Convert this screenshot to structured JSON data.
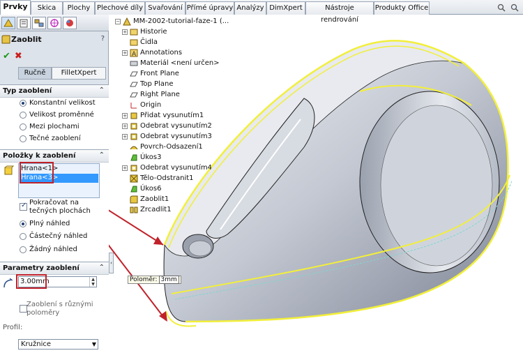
{
  "tabs": [
    "Prvky",
    "Skica",
    "Plochy",
    "Plechové díly",
    "Svařování",
    "Přímé úpravy",
    "Analýzy",
    "DimXpert",
    "Nástroje rendrování",
    "Produkty Office"
  ],
  "panel": {
    "title": "Zaoblit",
    "mode_buttons": [
      "Ručně",
      "FilletXpert"
    ],
    "fillet_type": {
      "title": "Typ zaoblení",
      "options": [
        "Konstantní velikost",
        "Velikost proměnné",
        "Mezi plochami",
        "Tečné zaoblení"
      ]
    },
    "items": {
      "title": "Položky k zaoblení",
      "list": [
        "Hrana<1>",
        "Hrana<3>"
      ],
      "tangent_checkbox": "Pokračovat na tečných plochách",
      "preview_options": [
        "Plný náhled",
        "Částečný náhled",
        "Žádný náhled"
      ]
    },
    "params": {
      "title": "Parametry zaoblení",
      "radius_value": "3.00mm",
      "multi_radius_checkbox": "Zaoblení s různými poloměry",
      "profile_label": "Profil:",
      "profile_value": "Kružnice"
    }
  },
  "tree": {
    "root": "MM-2002-tutorial-faze-1  (...",
    "items": [
      "Historie",
      "Čidla",
      "Annotations",
      "Materiál <není určen>",
      "Front Plane",
      "Top Plane",
      "Right Plane",
      "Origin",
      "Přidat vysunutím1",
      "Odebrat vysunutím2",
      "Odebrat vysunutím3",
      "Povrch-Odsazení1",
      "Úkos3",
      "Odebrat vysunutím4",
      "Tělo-Odstranit1",
      "Úkos6",
      "Zaoblit1",
      "Zrcadlit1"
    ]
  },
  "tooltip": {
    "label": "Poloměr:",
    "value": "3mm"
  },
  "colors": {
    "selection": "#3399ff",
    "highlight": "#c0222a",
    "edge_highlight": "#f2ef3a",
    "ok": "#1b9a1b"
  }
}
